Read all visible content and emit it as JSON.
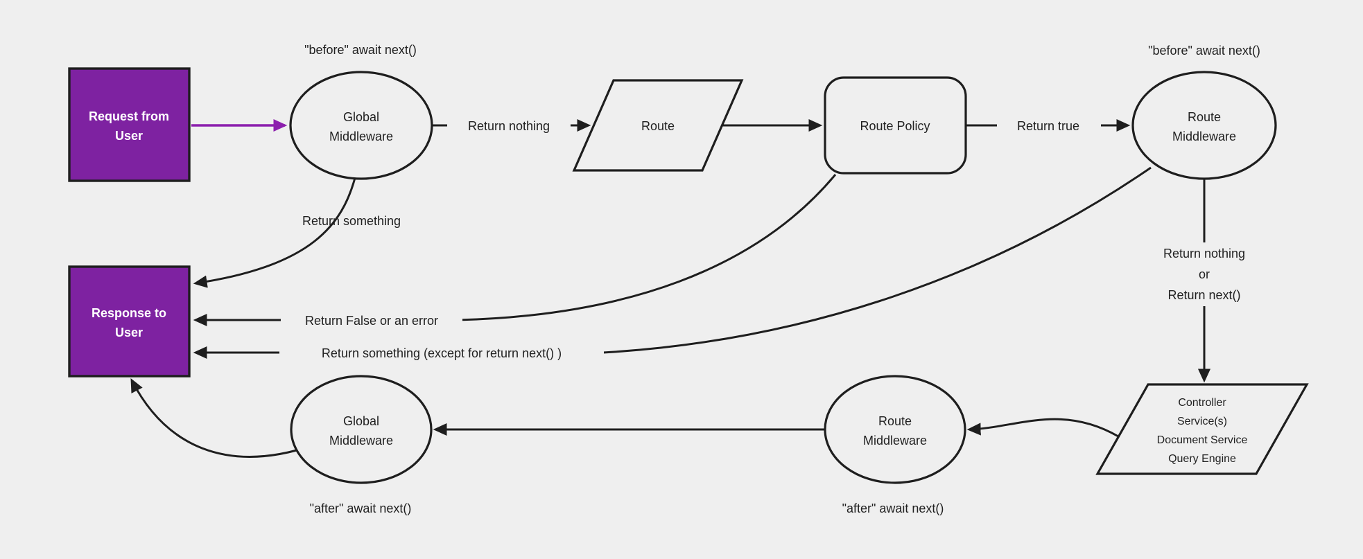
{
  "colors": {
    "background": "#efefef",
    "node_fill": "#efefef",
    "stroke": "#1e1e1e",
    "accent_purple": "#7e22a1",
    "accent_purple_arrow": "#8c1fad",
    "text_dark": "#212121",
    "text_light": "#ffffff"
  },
  "nodes": {
    "request_from_user": {
      "lines": [
        "Request from",
        "User"
      ]
    },
    "global_middleware_top": {
      "lines": [
        "Global",
        "Middleware"
      ]
    },
    "route": {
      "label": "Route"
    },
    "route_policy": {
      "label": "Route Policy"
    },
    "route_middleware_top": {
      "lines": [
        "Route",
        "Middleware"
      ]
    },
    "response_to_user": {
      "lines": [
        "Response to",
        "User"
      ]
    },
    "controller_services": {
      "lines": [
        "Controller",
        "Service(s)",
        "Document Service",
        "Query Engine"
      ]
    },
    "route_middleware_bottom": {
      "lines": [
        "Route",
        "Middleware"
      ]
    },
    "global_middleware_bottom": {
      "lines": [
        "Global",
        "Middleware"
      ]
    }
  },
  "edge_labels": {
    "before_await_next_left": "\"before\" await next()",
    "before_await_next_right": "\"before\" await next()",
    "return_nothing": "Return nothing",
    "return_true": "Return true",
    "return_something": "Return something",
    "return_false_or_error": "Return False or an error",
    "return_something_except": "Return something (except for return next() )",
    "return_nothing_or": {
      "lines": [
        "Return nothing",
        "or",
        "Return next()"
      ]
    },
    "after_await_next_left": "\"after\" await next()",
    "after_await_next_right": "\"after\" await next()"
  }
}
